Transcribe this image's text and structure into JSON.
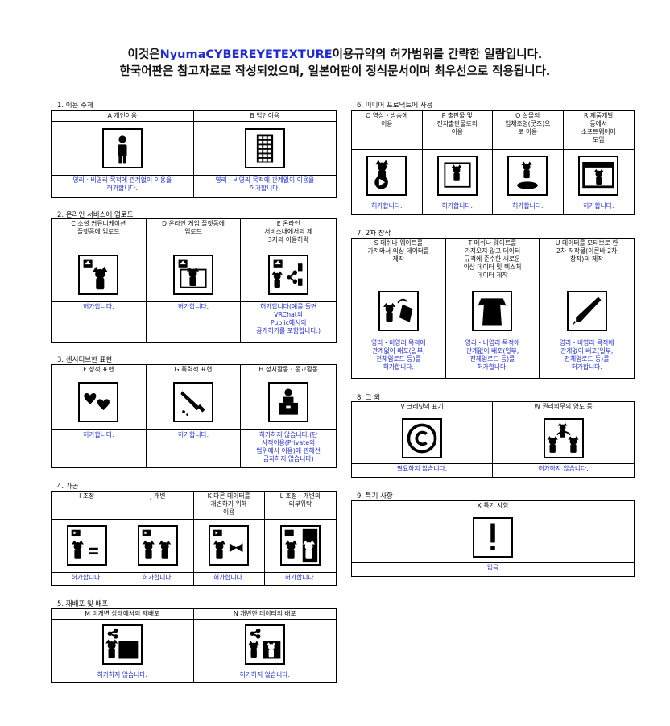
{
  "header": {
    "line1_prefix": "이것은",
    "line1_brand": "NyumaCYBEREYETEXTURE",
    "line1_suffix": "이용규약의 허가범위를 간략한 일람입니다.",
    "line2": "한국어판은 참고자료로 작성되었으며, 일본어판이 정식문서이며 최우선으로 적용됩니다."
  },
  "sections": {
    "s1": {
      "title": "1. 이용 주체",
      "items": [
        {
          "label": "A 개인이용",
          "icon": "person-icon",
          "status": "영리・비영리 목적에 관계없이 이용을\n허가합니다."
        },
        {
          "label": "B 법인이용",
          "icon": "building-icon",
          "status": "영리・비영리 목적에 관계없이 이용을\n허가합니다."
        }
      ]
    },
    "s2": {
      "title": "2. 온라인 서비스에 업로드",
      "items": [
        {
          "label": "C 소셜 커뮤니케이션\n플랫폼에 업로드",
          "icon": "upload-social-icon",
          "status": "허가합니다."
        },
        {
          "label": "D 온라인 게임 플랫폼에\n업로드",
          "icon": "upload-game-icon",
          "status": "허가합니다."
        },
        {
          "label": "E 온라인\n서비스내에서의 제\n3자의 이용허락",
          "icon": "share-third-party-icon",
          "status": "허가합니다(예를 들면\nVRChat의\nPublic에서의\n공개허가를 포함합니다.)"
        }
      ]
    },
    "s3": {
      "title": "3. 센시티브한 표현",
      "items": [
        {
          "label": "F 성적 표현",
          "icon": "hearts-icon",
          "status": "허가합니다."
        },
        {
          "label": "G 폭력적 표현",
          "icon": "knife-icon",
          "status": "허가합니다."
        },
        {
          "label": "H 정치활동・종교활동",
          "icon": "podium-icon",
          "status": "허가하지 않습니다.(단\n사적이용(Private의\n범위에서 이용)에 관해선\n금지하지 않습니다)"
        }
      ]
    },
    "s4": {
      "title": "4. 가공",
      "items": [
        {
          "label": "I 조정",
          "icon": "adjust-icon",
          "status": "허가합니다."
        },
        {
          "label": "J 개변",
          "icon": "modify-icon",
          "status": "허가합니다."
        },
        {
          "label": "K 다른 데이터를\n개변하기 위해\n이용",
          "icon": "use-for-other-icon",
          "status": "허가합니다."
        },
        {
          "label": "L 조정・개변의\n외부위탁",
          "icon": "outsource-icon",
          "status": "허가합니다."
        }
      ]
    },
    "s5": {
      "title": "5. 재배포 및 배포",
      "items": [
        {
          "label": "M 미개변 상태에서의 재배포",
          "icon": "redistribute-icon",
          "status": "허가하지 않습니다."
        },
        {
          "label": "N 개변한 데이터의 배포",
          "icon": "distribute-modified-icon",
          "status": "허가하지 않습니다."
        }
      ]
    },
    "s6": {
      "title": "6. 미디어 프로덕트에 사용",
      "items": [
        {
          "label": "O 영상・방송에\n이용",
          "icon": "video-icon",
          "status": "허가합니다."
        },
        {
          "label": "P 출판물 및\n전자출판물로의\n이용",
          "icon": "publication-icon",
          "status": "허가합니다."
        },
        {
          "label": "Q 실물의\n입체조형(굿즈)으\n로 이용",
          "icon": "figure-icon",
          "status": "허가합니다."
        },
        {
          "label": "R 제품개발\n등에서\n소프트웨어에\n도입",
          "icon": "software-icon",
          "status": "허가합니다."
        }
      ]
    },
    "s7": {
      "title": "7. 2차 창작",
      "items": [
        {
          "label": "S 메쉬나 웨이트를\n가져와서 의상 데이터를\n제작",
          "icon": "mesh-reuse-icon",
          "status": "영리・비영리 목적에\n관계없이 배포(일부,\n전체업로드 등)를\n허가합니다."
        },
        {
          "label": "T 메쉬나 웨이트를\n가져오지 않고 데이터\n규격에 준수한 새로운\n의상 데이터 및 텍스처\n데이터 제작",
          "icon": "new-clothes-icon",
          "status": "영리・비영리 목적에\n관계없이 배포(일부,\n전체업로드 등)를\n허가합니다."
        },
        {
          "label": "U 데이터를 모티브로 한\n2차 저작물(이른바 2차\n창작)의 제작",
          "icon": "pen-icon",
          "status": "영리・비영리 목적에\n관계없이 배포(일부,\n전체업로드 등)를\n허가합니다."
        }
      ]
    },
    "s8": {
      "title": "8. 그 외",
      "items": [
        {
          "label": "V 크레딧의 표기",
          "icon": "copyright-icon",
          "status": "필요하지 않습니다."
        },
        {
          "label": "W 권리의무의 양도 등",
          "icon": "transfer-icon",
          "status": "허가하지 않습니다."
        }
      ]
    },
    "s9": {
      "title": "9. 특기 사항",
      "items": [
        {
          "label": "X 특기 사항",
          "icon": "exclamation-icon",
          "status": "없음"
        }
      ]
    }
  }
}
